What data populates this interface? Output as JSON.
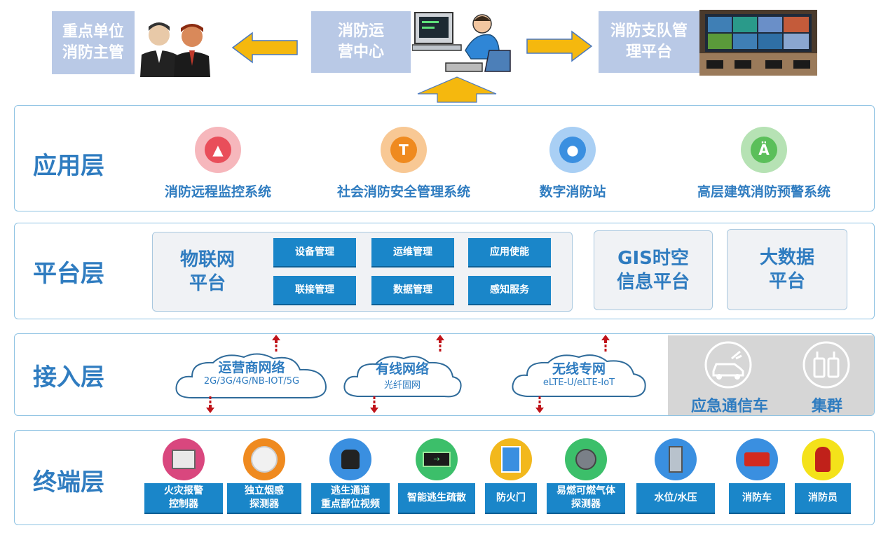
{
  "top": {
    "left_box": [
      "重点单位",
      "消防主管"
    ],
    "center_box": [
      "消防运",
      "营中心"
    ],
    "right_box": [
      "消防支队管",
      "理平台"
    ]
  },
  "layers": {
    "app": {
      "title": "应用层",
      "items": [
        {
          "label": "消防远程监控系统",
          "icon": "alarm-light-icon",
          "color": "#e94e5a",
          "ring": "#f6b7bc"
        },
        {
          "label": "社会消防安全管理系统",
          "icon": "hydrant-icon",
          "color": "#ef8a1f",
          "ring": "#f8c894"
        },
        {
          "label": "数字消防站",
          "icon": "water-drop-icon",
          "color": "#3a8fe0",
          "ring": "#a9cff4"
        },
        {
          "label": "高层建筑消防预警系统",
          "icon": "extinguisher-icon",
          "color": "#5bbf5a",
          "ring": "#b6e2b4"
        }
      ]
    },
    "platform": {
      "title": "平台层",
      "iot_label": [
        "物联网",
        "平台"
      ],
      "buttons": [
        "设备管理",
        "运维管理",
        "应用使能",
        "联接管理",
        "数据管理",
        "感知服务"
      ],
      "gis": [
        "GIS时空",
        "信息平台"
      ],
      "bigdata": [
        "大数据",
        "平台"
      ]
    },
    "access": {
      "title": "接入层",
      "clouds": [
        {
          "title": "运营商网络",
          "sub": "2G/3G/4G/NB-IOT/5G"
        },
        {
          "title": "有线网络",
          "sub": "光纤固网"
        },
        {
          "title": "无线专网",
          "sub": "eLTE-U/eLTE-IoT"
        }
      ],
      "gray": [
        "应急通信车",
        "集群"
      ]
    },
    "terminal": {
      "title": "终端层",
      "items": [
        {
          "label": [
            "火灾报警",
            "控制器"
          ],
          "icon": "alarm-panel-icon",
          "color": "#d9477e"
        },
        {
          "label": [
            "独立烟感",
            "探测器"
          ],
          "icon": "smoke-detector-icon",
          "color": "#ef8a1f"
        },
        {
          "label": [
            "逃生通道",
            "重点部位视频"
          ],
          "icon": "camera-icon",
          "color": "#3a8fe0"
        },
        {
          "label": [
            "智能逃生疏散"
          ],
          "icon": "exit-sign-icon",
          "color": "#3cbf6a"
        },
        {
          "label": [
            "防火门"
          ],
          "icon": "fire-door-icon",
          "color": "#f2b81d"
        },
        {
          "label": [
            "易燃可燃气体",
            "探测器"
          ],
          "icon": "gas-detector-icon",
          "color": "#3cbf6a"
        },
        {
          "label": [
            "水位/水压"
          ],
          "icon": "water-gauge-icon",
          "color": "#3a8fe0"
        },
        {
          "label": [
            "消防车"
          ],
          "icon": "fire-truck-icon",
          "color": "#3a8fe0"
        },
        {
          "label": [
            "消防员"
          ],
          "icon": "firefighter-icon",
          "color": "#f4e21a"
        }
      ]
    }
  }
}
